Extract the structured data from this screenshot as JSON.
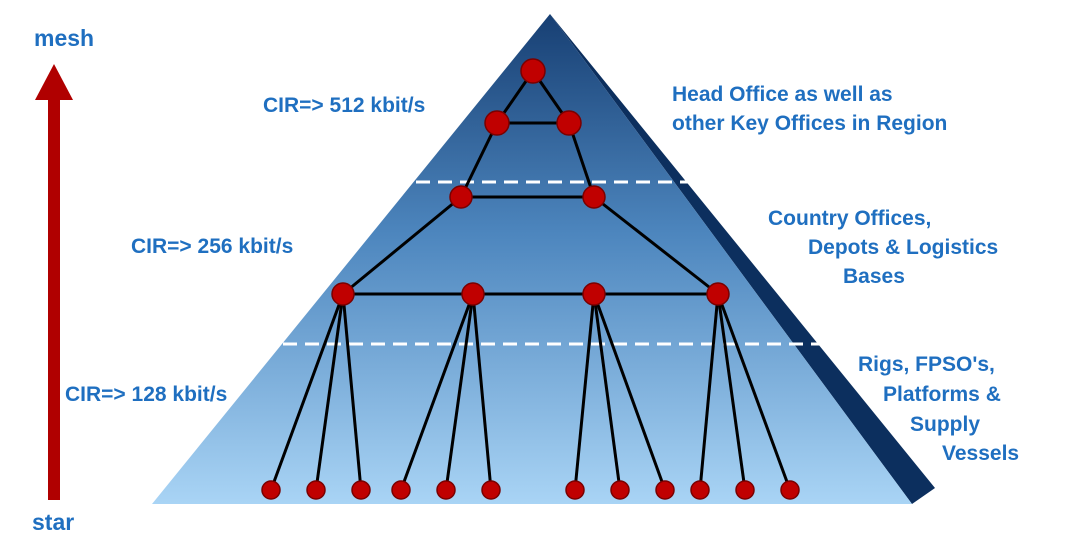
{
  "axis": {
    "top_label": "mesh",
    "bottom_label": "star",
    "arrow_color": "#b00000"
  },
  "tiers": [
    {
      "cir": "CIR=> 512 kbit/s",
      "description": [
        "Head Office as well as",
        "other Key Offices in Region"
      ]
    },
    {
      "cir": "CIR=> 256 kbit/s",
      "description": [
        "Country Offices,",
        "Depots & Logistics",
        "Bases"
      ]
    },
    {
      "cir": "CIR=> 128 kbit/s",
      "description": [
        "Rigs, FPSO's,",
        "Platforms &",
        "Supply",
        "Vessels"
      ]
    }
  ],
  "colors": {
    "text": "#1f6fc0",
    "node": "#c00000",
    "pyramid_top": "#173f73",
    "pyramid_bottom": "#a9d4f5",
    "pyramid_side": "#0c2f5e",
    "divider": "#ffffff"
  },
  "network": {
    "top_nodes": 3,
    "middle_nodes": 2,
    "branch_nodes": 4,
    "leaves_per_branch": 3,
    "topology": "top nodes form a full mesh triangle; lower tiers form a star/tree hierarchy"
  }
}
